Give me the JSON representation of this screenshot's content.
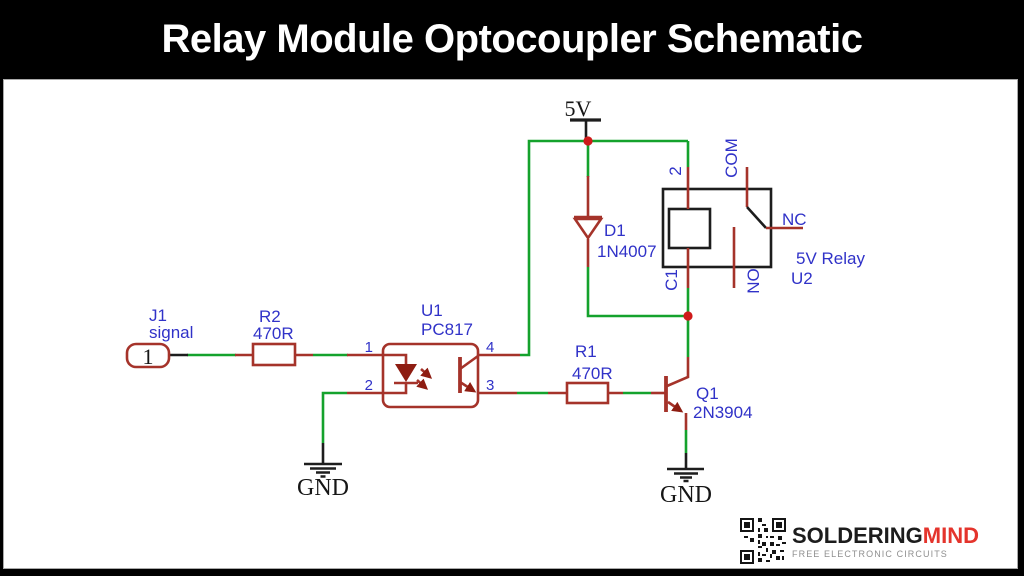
{
  "header": {
    "title": "Relay Module Optocoupler Schematic"
  },
  "colors": {
    "wire_green": "#14a22c",
    "component_red": "#a5332a",
    "fill_red": "#8e1d12",
    "label_blue": "#3032c8",
    "junction_red": "#cf1a1a",
    "ink_black": "#1d1d1d",
    "brand_red": "#e4342c",
    "tagline_gray": "#8f8f8f"
  },
  "schematic": {
    "power_label": "5V",
    "gnd_left_label": "GND",
    "gnd_right_label": "GND",
    "j1": {
      "ref": "J1",
      "value": "signal",
      "pin1": "1"
    },
    "r2": {
      "ref": "R2",
      "value": "470R"
    },
    "u1": {
      "ref": "U1",
      "value": "PC817",
      "pin1": "1",
      "pin2": "2",
      "pin3": "3",
      "pin4": "4"
    },
    "r1": {
      "ref": "R1",
      "value": "470R"
    },
    "q1": {
      "ref": "Q1",
      "value": "2N3904"
    },
    "d1": {
      "ref": "D1",
      "value": "1N4007"
    },
    "relay": {
      "ref": "U2",
      "value": "5V Relay",
      "pin_coil_top": "2",
      "pin_coil_bottom": "C1",
      "pin_com": "COM",
      "pin_nc": "NC",
      "pin_no": "NO"
    }
  },
  "footer": {
    "brand_primary": "SOLDERING",
    "brand_secondary": "MIND",
    "tagline": "FREE ELECTRONIC CIRCUITS"
  }
}
